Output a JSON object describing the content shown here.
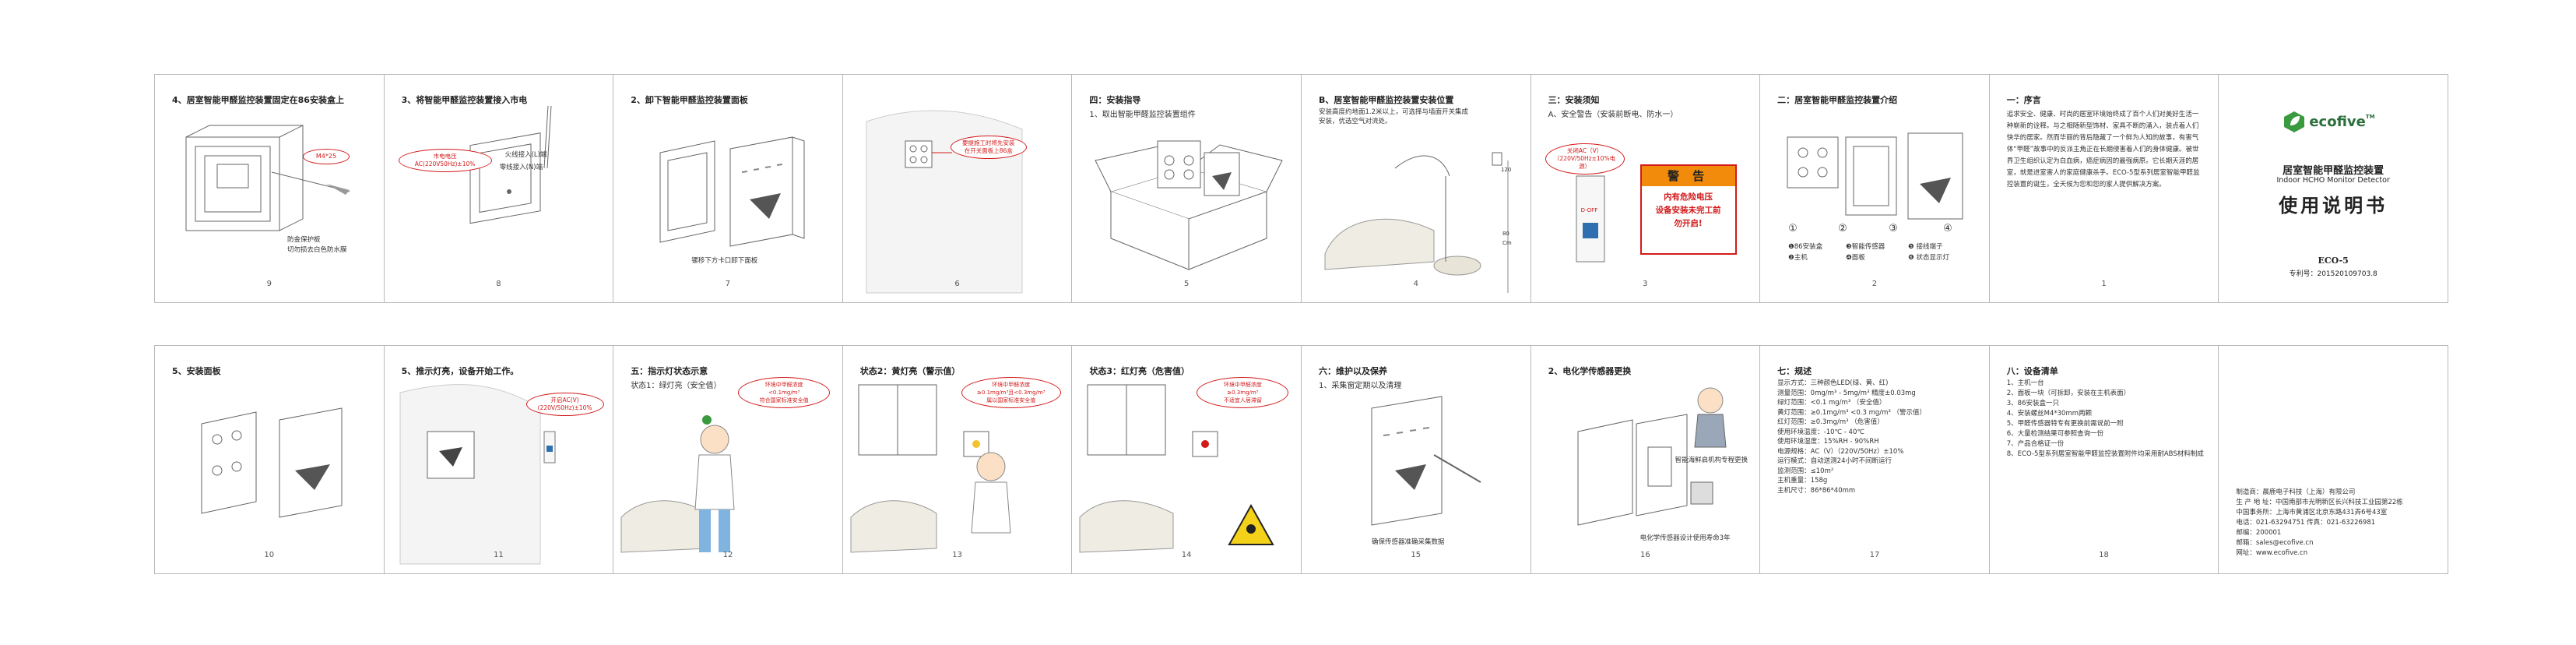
{
  "brand": {
    "logo": "ecofive",
    "trademark": "TM",
    "title_cn": "居室智能甲醛监控装置",
    "title_en": "Indoor HCHO Monitor Detector",
    "manual": "使用说明书",
    "model": "ECO-5",
    "patent": "专利号：201520109703.8"
  },
  "colors": {
    "accent_red": "#d21a1a",
    "warning_orange": "#f28a0c",
    "logo_green": "#3a9a3f"
  },
  "top_row": [
    {
      "title": "4、居室智能甲醛监控装置固定在86安装盒上",
      "bubble": "M4*25",
      "captions": [
        "防金保护板",
        "切勿损去白色防水膜"
      ],
      "page": "9"
    },
    {
      "title": "3、将智能甲醛监控装置接入市电",
      "bubble": "市电电压\nAC(220V50Hz)±10%",
      "captions": [
        "火线接入(L)端",
        "零线接入(N)端"
      ],
      "page": "8"
    },
    {
      "title": "2、卸下智能甲醛监控装置面板",
      "captions": [
        "镙移下方卡口卸下面板"
      ],
      "page": "7"
    },
    {
      "title": "",
      "bubble": "要提施工时将先安装\n在开关面板上86盒",
      "page": "6"
    },
    {
      "title": "四：安装指导",
      "subtitle": "1、取出智能甲醛监控装置组件",
      "page": "5"
    },
    {
      "title": "B、居室智能甲醛监控装置安装位置",
      "text": [
        "安装高度约地面1.2米以上，可选择与墙面开关集成",
        "安装，优选空气对流处。"
      ],
      "ruler": [
        "120",
        "80",
        "Cm"
      ],
      "page": "4"
    },
    {
      "title": "三：安装须知",
      "subtitle": "A、安全警告（安装前断电、防水一）",
      "bubble": "关闭AC（V）\n（220V/50Hz±10%电源）",
      "breaker_label": "D-OFF",
      "warning": {
        "head": "警 告",
        "lines": [
          "内有危险电压",
          "设备安装未完工前",
          "勿开启!"
        ]
      },
      "page": "3"
    },
    {
      "title": "二：居室智能甲醛监控装置介绍",
      "labels": [
        "①",
        "②",
        "③",
        "④"
      ],
      "legend": [
        "❶86安装盒",
        "❸智能传感器",
        "❺ 接线端子",
        "❷主机",
        "❹面板",
        "❻ 状态显示灯"
      ],
      "page": "2"
    },
    {
      "title": "一：序言",
      "paragraph": "追求安全、健康、时尚的居室环境始终成了百个人们对美好生活一种崭新的诠释。与之相随新型饰材、家具不断的涌入，装点着人们快华的居家。然而华丽的背后隐藏了一个鲜为人知的故事，有害气体“甲醛”故事中的反派主角正在长期侵害着人们的身体健康。被世界卫生组织认定为白血病，癌症病因的最强病原。它长期天涯的居室，就是进室害人的家庭健康杀手。ECO-5型系列居室智能甲醛监控装置的诞生，全天候为您和您的家人提供解决方案。",
      "page": "1"
    }
  ],
  "bottom_row": [
    {
      "title": "5、安装面板",
      "page": "10"
    },
    {
      "title": "5、推示灯亮，设备开始工作。",
      "bubble": "开启AC(V)\n(220V/50Hz)±10%",
      "page": "11"
    },
    {
      "title": "五：指示灯状态示意",
      "subtitle": "状态1：绿灯亮（安全值）",
      "bubble": "环境中甲醛浓度\n<0.1mg/m³\n符合国家标准安全值",
      "page": "12"
    },
    {
      "title": "状态2：黄灯亮（警示值）",
      "bubble": "环境中甲醛浓度\n≥0.1mg/m³且<0.3mg/m³\n属以国家标准安全值",
      "page": "13"
    },
    {
      "title": "状态3：红灯亮（危害值）",
      "bubble": "环境中甲醛浓度\n≥0.3mg/m³\n不适宜人居滞留",
      "page": "14"
    },
    {
      "title": "六：维护以及保养",
      "subtitle": "1、采集窗定期以及清理",
      "caption": "确保传感器准确采集数据",
      "page": "15"
    },
    {
      "title": "2、电化学传感器更换",
      "caption_top": "智能海鲜启机构专程更换",
      "caption": "电化学传感器设计使用寿命3年",
      "page": "16"
    },
    {
      "title": "七：规述",
      "specs": [
        "显示方式：三种颜色LED(绿、黄、红)",
        "测量范围：0mg/m³ - 5mg/m³   精度±0.03mg",
        "绿灯范围：<0.1 mg/m³   （安全值）",
        "黄灯范围：≥0.1mg/m³ <0.3 mg/m³ （警示值）",
        "红灯范围：≥0.3mg/m³ （危害值）",
        "使用环境温度：-10℃ - 40℃",
        "使用环境湿度：15%RH - 90%RH",
        "电源规格：AC（V）（220V/50Hz）±10%",
        "运行模式：自动送测24小时不间断运行",
        "监测范围：≤10m²",
        "主机重量：158g",
        "主机尺寸：86*86*40mm"
      ],
      "page": "17"
    },
    {
      "title": "八：设备清单",
      "items": [
        "1、主机一台",
        "2、面板一块（可拆卸，安装在主机表面）",
        "3、86安装盒一只",
        "4、安装螺丝M4*30mm两颗",
        "5、甲醛传感器特专有更换前需说前一附",
        "6、大量检测结果可参照查询一份",
        "7、产品合格证一份",
        "8、ECO-5型系列居室智能甲醛监控装置附件均采用耐ABS材料制成"
      ],
      "page": "18"
    },
    {
      "company": [
        "制造商：晨鹿电子科技（上海）有限公司",
        "生 产 地 址：中国南部市光明新区长兴科技工业园第22栋",
        "中国事务所：上海市黄浦区北京东路431弄6号43室",
        "电话：021-63294751  传真：021-63226981",
        "邮编：200001",
        "邮箱：sales@ecofive.cn",
        "网址：www.ecofive.cn"
      ]
    }
  ]
}
